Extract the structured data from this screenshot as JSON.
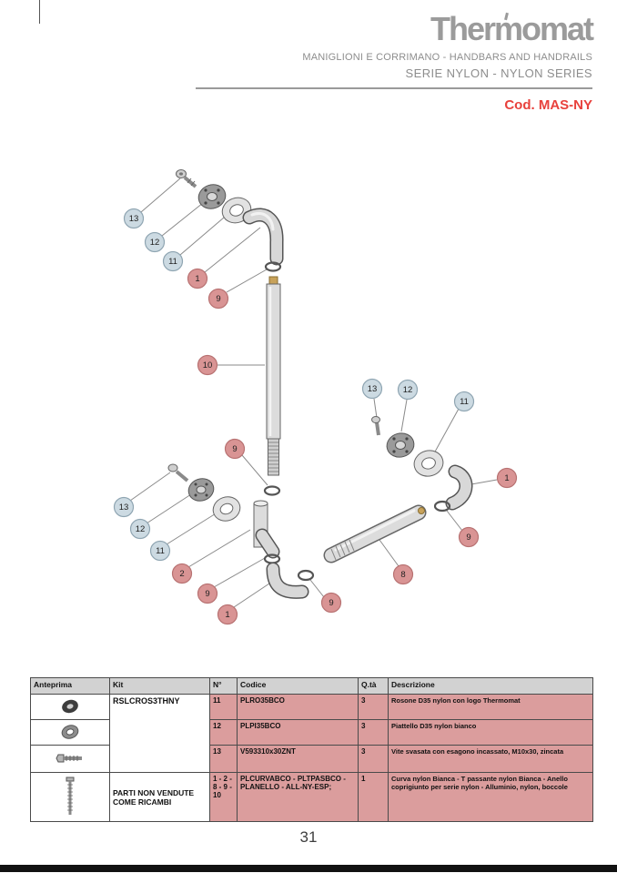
{
  "header": {
    "logo": "Thermomat",
    "line1": "MANIGLIONI E CORRIMANO - HANDBARS AND HANDRAILS",
    "line2": "SERIE NYLON - NYLON SERIES",
    "code": "Cod. MAS-NY"
  },
  "diagram": {
    "balloons": [
      {
        "label": "13",
        "kind": "blue"
      },
      {
        "label": "12",
        "kind": "blue"
      },
      {
        "label": "11",
        "kind": "blue"
      },
      {
        "label": "1",
        "kind": "pink"
      },
      {
        "label": "9",
        "kind": "pink"
      },
      {
        "label": "10",
        "kind": "pink"
      },
      {
        "label": "9",
        "kind": "pink"
      },
      {
        "label": "13",
        "kind": "blue"
      },
      {
        "label": "12",
        "kind": "blue"
      },
      {
        "label": "11",
        "kind": "blue"
      },
      {
        "label": "1",
        "kind": "pink"
      },
      {
        "label": "9",
        "kind": "pink"
      },
      {
        "label": "8",
        "kind": "pink"
      },
      {
        "label": "13",
        "kind": "blue"
      },
      {
        "label": "12",
        "kind": "blue"
      },
      {
        "label": "11",
        "kind": "blue"
      },
      {
        "label": "2",
        "kind": "pink"
      },
      {
        "label": "9",
        "kind": "pink"
      },
      {
        "label": "1",
        "kind": "pink"
      },
      {
        "label": "9",
        "kind": "pink"
      }
    ]
  },
  "table": {
    "headers": [
      "Anteprima",
      "Kit",
      "N°",
      "Codice",
      "Q.tà",
      "Descrizione"
    ],
    "kit": "RSLCROS3THNY",
    "rows": [
      {
        "n": "11",
        "codice": "PLRO35BCO",
        "qta": "3",
        "desc": "Rosone D35 nylon con logo Thermomat"
      },
      {
        "n": "12",
        "codice": "PLPI35BCO",
        "qta": "3",
        "desc": "Piattello D35 nylon bianco"
      },
      {
        "n": "13",
        "codice": "V593310x30ZNT",
        "qta": "3",
        "desc": "Vite svasata con esagono incassato, M10x30, zincata"
      }
    ],
    "last_row": {
      "kit": "PARTI NON VENDUTE COME RICAMBI",
      "n": "1 - 2 - 8 - 9 - 10",
      "codice": "PLCURVABCO - PLTPASBCO - PLANELLO - ALL-NY-ESP;",
      "qta": "1",
      "desc": "Curva nylon Bianca - T passante nylon Bianca - Anello coprigiunto per serie nylon - Alluminio, nylon, boccole"
    }
  },
  "page_number": "31",
  "colors": {
    "accent_red": "#e8413c",
    "balloon_pink": "#d99494",
    "balloon_blue": "#ccdae2",
    "table_pink": "#db9d9d",
    "table_header_gray": "#d2d2d2"
  }
}
